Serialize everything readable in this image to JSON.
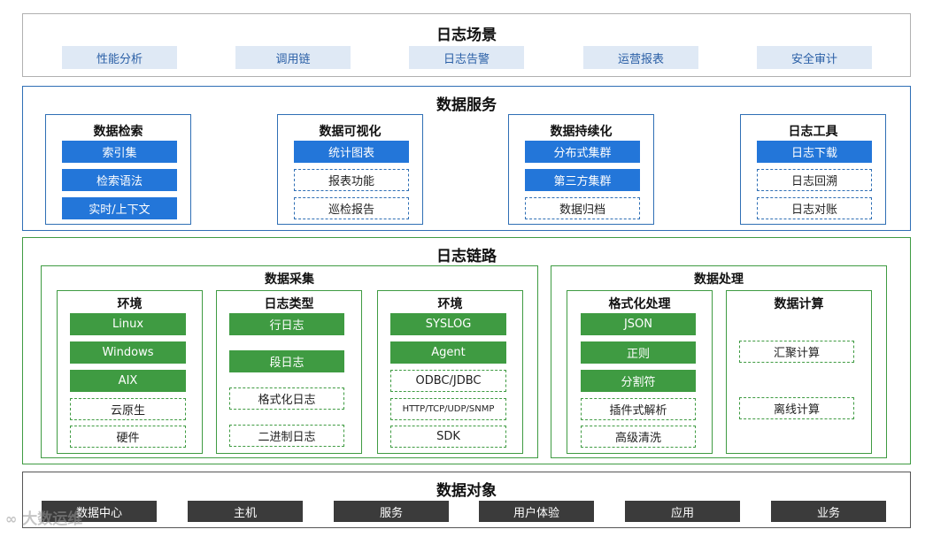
{
  "scenes": {
    "title": "日志场景",
    "items": [
      "性能分析",
      "调用链",
      "日志告警",
      "运营报表",
      "安全审计"
    ]
  },
  "services": {
    "title": "数据服务",
    "groups": [
      {
        "title": "数据检索",
        "items": [
          "索引集",
          "检索语法",
          "实时/上下文"
        ]
      },
      {
        "title": "数据可视化",
        "items": [
          "统计图表",
          "报表功能",
          "巡检报告"
        ]
      },
      {
        "title": "数据持续化",
        "items": [
          "分布式集群",
          "第三方集群",
          "数据归档"
        ]
      },
      {
        "title": "日志工具",
        "items": [
          "日志下载",
          "日志回溯",
          "日志对账"
        ]
      }
    ]
  },
  "pipeline": {
    "title": "日志链路",
    "collect": {
      "title": "数据采集",
      "groups": [
        {
          "title": "环境",
          "items": [
            "Linux",
            "Windows",
            "AIX",
            "云原生",
            "硬件"
          ]
        },
        {
          "title": "日志类型",
          "items": [
            "行日志",
            "段日志",
            "格式化日志",
            "二进制日志"
          ]
        },
        {
          "title": "环境",
          "items": [
            "SYSLOG",
            "Agent",
            "ODBC/JDBC",
            "HTTP/TCP/UDP/SNMP",
            "SDK"
          ]
        }
      ]
    },
    "process": {
      "title": "数据处理",
      "groups": [
        {
          "title": "格式化处理",
          "items": [
            "JSON",
            "正则",
            "分割符",
            "插件式解析",
            "高级清洗"
          ]
        },
        {
          "title": "数据计算",
          "items": [
            "汇聚计算",
            "离线计算"
          ]
        }
      ]
    }
  },
  "objects": {
    "title": "数据对象",
    "items": [
      "数据中心",
      "主机",
      "服务",
      "用户体验",
      "应用",
      "业务"
    ]
  },
  "watermark": "大数运维"
}
